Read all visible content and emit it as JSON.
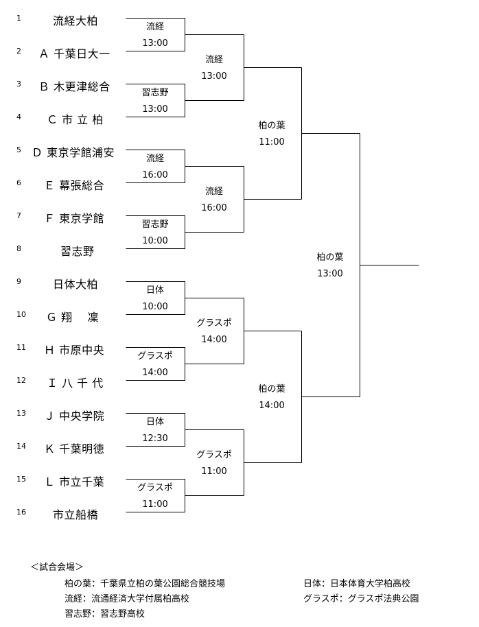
{
  "entries": [
    {
      "seed": "1",
      "name": "流経大柏"
    },
    {
      "seed": "2",
      "name": "Ａ 千葉日大一"
    },
    {
      "seed": "3",
      "name": "Ｂ 木更津総合"
    },
    {
      "seed": "4",
      "name": "Ｃ 市 立 柏"
    },
    {
      "seed": "5",
      "name": "Ｄ 東京学館浦安"
    },
    {
      "seed": "6",
      "name": "Ｅ 幕張総合"
    },
    {
      "seed": "7",
      "name": "Ｆ 東京学館"
    },
    {
      "seed": "8",
      "name": "習志野"
    },
    {
      "seed": "9",
      "name": "日体大柏"
    },
    {
      "seed": "10",
      "name": "Ｇ 翔　 凜"
    },
    {
      "seed": "11",
      "name": "Ｈ 市原中央"
    },
    {
      "seed": "12",
      "name": "Ｉ 八 千 代"
    },
    {
      "seed": "13",
      "name": "Ｊ 中央学院"
    },
    {
      "seed": "14",
      "name": "Ｋ 千葉明徳"
    },
    {
      "seed": "15",
      "name": "Ｌ 市立千葉"
    },
    {
      "seed": "16",
      "name": "市立船橋"
    }
  ],
  "round1": [
    {
      "venue": "流経",
      "time": "13:00"
    },
    {
      "venue": "習志野",
      "time": "13:00"
    },
    {
      "venue": "流経",
      "time": "16:00"
    },
    {
      "venue": "習志野",
      "time": "10:00"
    },
    {
      "venue": "日体",
      "time": "10:00"
    },
    {
      "venue": "グラスポ",
      "time": "14:00"
    },
    {
      "venue": "日体",
      "time": "12:30"
    },
    {
      "venue": "グラスポ",
      "time": "11:00"
    }
  ],
  "round2": [
    {
      "venue": "流経",
      "time": "13:00"
    },
    {
      "venue": "流経",
      "time": "16:00"
    },
    {
      "venue": "グラスポ",
      "time": "14:00"
    },
    {
      "venue": "グラスポ",
      "time": "11:00"
    }
  ],
  "semis": [
    {
      "venue": "柏の葉",
      "time": "11:00"
    },
    {
      "venue": "柏の葉",
      "time": "14:00"
    }
  ],
  "final": {
    "venue": "柏の葉",
    "time": "13:00"
  },
  "venues": {
    "heading": "＜試合会場＞",
    "kashiwanoha": "柏の葉：千葉県立柏の葉公園総合競技場",
    "ryukei": "流経：流通経済大学付属柏高校",
    "narashino": "習志野：習志野高校",
    "nittai": "日体：日本体育大学柏高校",
    "gurasupo": "グラスポ：グラスポ法典公園"
  }
}
